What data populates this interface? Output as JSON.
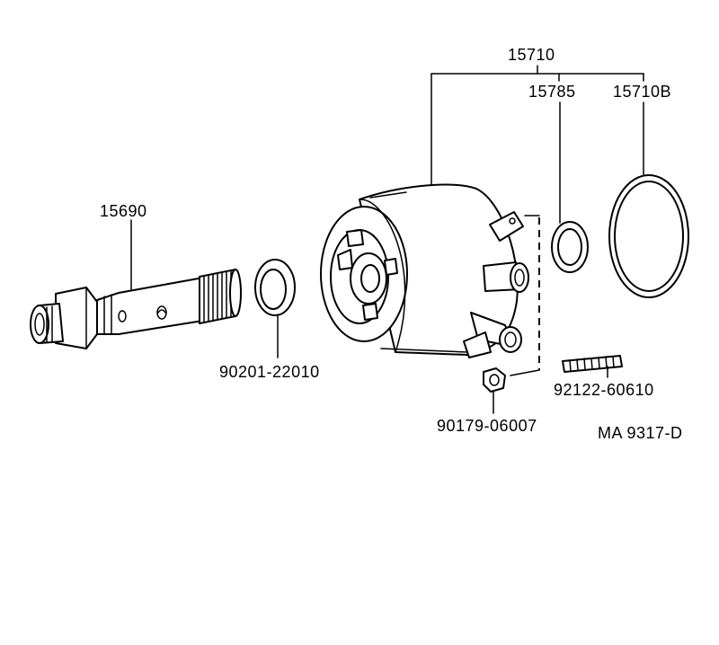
{
  "labels": {
    "oil_cooler_assy": "15710",
    "gasket": "15785",
    "o_ring": "15710B",
    "relief_valve": "15690",
    "washer": "90201-22010",
    "nut": "90179-06007",
    "stud_bolt": "92122-60610",
    "figure_ref": "MA 9317-D"
  }
}
